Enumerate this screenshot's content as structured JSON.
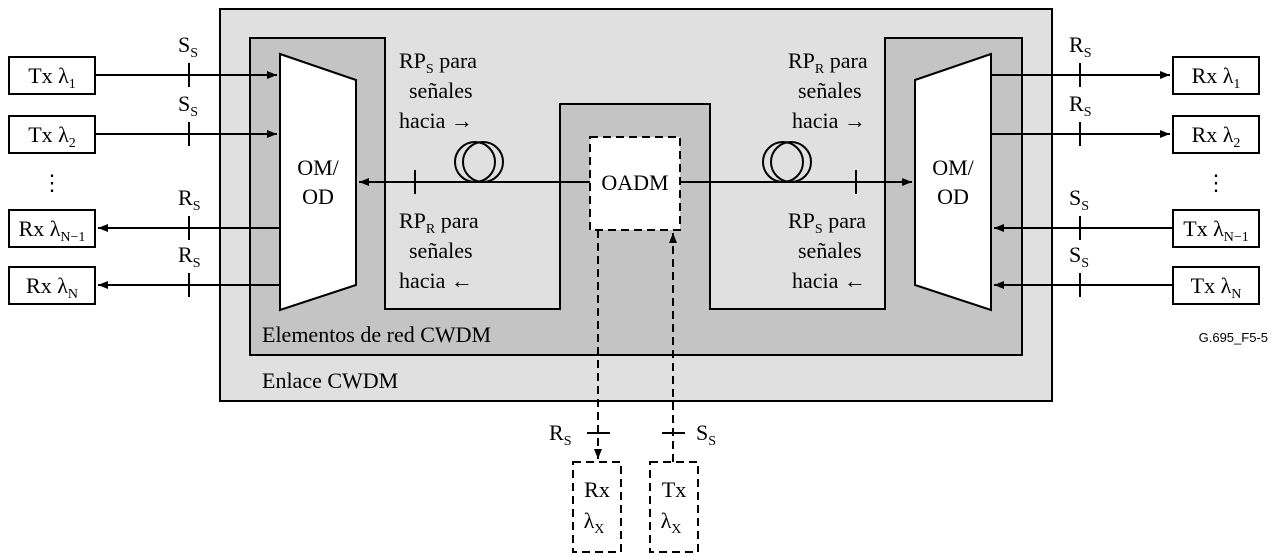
{
  "figure_id": "G.695_F5-5",
  "link_label": "Enlace CWDM",
  "network_elements_label": "Elementos de red CWDM",
  "left_mux": {
    "line1": "OM/",
    "line2": "OD"
  },
  "right_mux": {
    "line1": "OM/",
    "line2": "OD"
  },
  "oadm_label": "OADM",
  "colors": {
    "link_bg": "#e0e0e0",
    "network_bg": "#c4c4c4",
    "line": "#000000"
  },
  "icons": [
    "fiber-coil-icon",
    "arrow-icon",
    "reference-point-tick"
  ],
  "left_boxes": {
    "b1": {
      "base": "Tx λ",
      "sub": "1"
    },
    "b2": {
      "base": "Tx λ",
      "sub": "2"
    },
    "dots": "⋮",
    "b3": {
      "base": "Rx λ",
      "sub": "N−1"
    },
    "b4": {
      "base": "Rx λ",
      "sub": "N"
    }
  },
  "right_boxes": {
    "b1": {
      "base": "Rx λ",
      "sub": "1"
    },
    "b2": {
      "base": "Rx λ",
      "sub": "2"
    },
    "dots": "⋮",
    "b3": {
      "base": "Tx λ",
      "sub": "N−1"
    },
    "b4": {
      "base": "Tx λ",
      "sub": "N"
    }
  },
  "ref_points": {
    "left": [
      {
        "base": "S",
        "sub": "S"
      },
      {
        "base": "S",
        "sub": "S"
      },
      {
        "base": "R",
        "sub": "S"
      },
      {
        "base": "R",
        "sub": "S"
      }
    ],
    "right": [
      {
        "base": "R",
        "sub": "S"
      },
      {
        "base": "R",
        "sub": "S"
      },
      {
        "base": "S",
        "sub": "S"
      },
      {
        "base": "S",
        "sub": "S"
      }
    ],
    "bottom_rx": {
      "base": "R",
      "sub": "S"
    },
    "bottom_tx": {
      "base": "S",
      "sub": "S"
    }
  },
  "notes": {
    "left_top": {
      "rp": "RP",
      "sub": "S",
      "rest": " para",
      "line2": "señales",
      "line3": "hacia →"
    },
    "left_bottom": {
      "rp": "RP",
      "sub": "R",
      "rest": " para",
      "line2": "señales",
      "line3": "hacia ←"
    },
    "right_top": {
      "rp": "RP",
      "sub": "R",
      "rest": " para",
      "line2": "señales",
      "line3": "hacia →"
    },
    "right_bottom": {
      "rp": "RP",
      "sub": "S",
      "rest": " para",
      "line2": "señales",
      "line3": "hacia ←"
    }
  },
  "drop_boxes": {
    "rx": {
      "line1": "Rx",
      "base": "λ",
      "sub": "X"
    },
    "tx": {
      "line1": "Tx",
      "base": "λ",
      "sub": "X"
    }
  }
}
